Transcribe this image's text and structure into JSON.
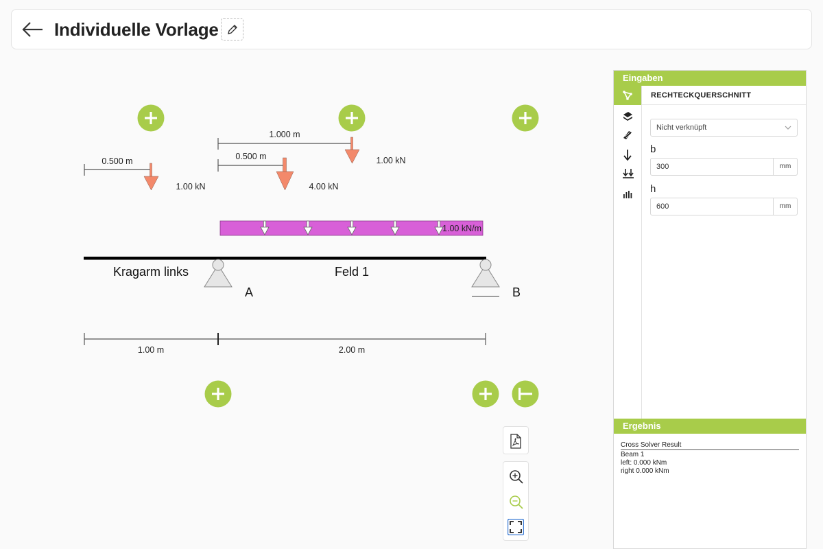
{
  "header": {
    "title": "Individuelle Vorlage"
  },
  "diagram": {
    "spans": [
      "Kragarm links",
      "Feld 1"
    ],
    "supports": [
      "A",
      "B"
    ],
    "dimensions": [
      "1.00 m",
      "2.00 m"
    ],
    "point_loads": [
      {
        "distance": "0.500 m",
        "value": "1.00 kN"
      },
      {
        "distance": "0.500 m",
        "value": "4.00 kN"
      },
      {
        "distance": "1.000 m",
        "value": "1.00 kN"
      }
    ],
    "line_load": {
      "value": "1.00 kN/m"
    }
  },
  "colors": {
    "accent": "#a8cc4a",
    "point_load": "#f3896b",
    "line_load": "#d860d8",
    "beam": "#000000"
  },
  "sidebar": {
    "inputs_title": "Eingaben",
    "section_title": "RECHTECKQUERSCHNITT",
    "select_value": "Nicht verknüpft",
    "fields": [
      {
        "label": "b",
        "value": "300",
        "unit": "mm"
      },
      {
        "label": "h",
        "value": "600",
        "unit": "mm"
      }
    ],
    "results_title": "Ergebnis",
    "results": [
      "Cross Solver Result",
      "Beam 1",
      "left: 0.000 kNm",
      "right 0.000 kNm"
    ]
  }
}
